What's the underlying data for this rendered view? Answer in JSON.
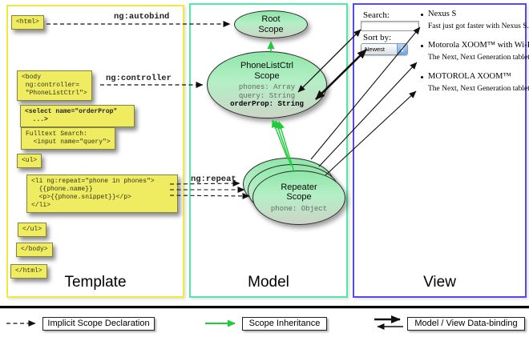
{
  "columns": {
    "template": {
      "label": "Template",
      "border_color": "#f2e93f"
    },
    "model": {
      "label": "Model",
      "border_color": "#52e8a6"
    },
    "view": {
      "label": "View",
      "border_color": "#5948ea"
    }
  },
  "arrow_labels": {
    "autobind": "ng:autobind",
    "controller": "ng:controller",
    "repeat": "ng:repeat"
  },
  "code": {
    "html_open": "<html>",
    "body_open": "<body\n ng:controller=\n \"PhoneListCtrl\">",
    "select": "<select name=\"orderProp\"\n  ...>",
    "fulltext": "Fulltext Search:\n  <input name=\"query\">",
    "ul_open": "<ul>",
    "li_repeat": "<li ng:repeat=\"phone in phones\">\n  {{phone.name}}\n  <p>{{phone.snippet}}</p>\n</li>",
    "ul_close": "</ul>",
    "body_close": "</body>",
    "html_close": "</html>"
  },
  "scopes": {
    "root": {
      "line1": "Root",
      "line2": "Scope"
    },
    "phonelist": {
      "line1": "PhoneListCtrl",
      "line2": "Scope",
      "prop1": "phones: Array",
      "prop2": "query: String",
      "prop3": "orderProp: String"
    },
    "repeater": {
      "line1": "Repeater",
      "line2": "Scope",
      "prop": "phone: Object"
    }
  },
  "view": {
    "search_label": "Search:",
    "sort_label": "Sort by:",
    "sort_value": "Newest",
    "items": [
      {
        "name": "Nexus S",
        "desc": "Fast just got faster with Nexus S."
      },
      {
        "name": "Motorola XOOM™ with Wi-Fi",
        "desc": "The Next, Next Generation tablet."
      },
      {
        "name": "MOTOROLA XOOM™",
        "desc": "The Next, Next Generation tablet."
      }
    ]
  },
  "legend": {
    "implicit": "Implicit Scope Declaration",
    "inheritance": "Scope Inheritance",
    "binding": "Model / View Data-binding"
  },
  "colors": {
    "green_arrow": "#1ecb3a",
    "black_arrow": "#111111",
    "code_box_bg": "#efec62"
  }
}
